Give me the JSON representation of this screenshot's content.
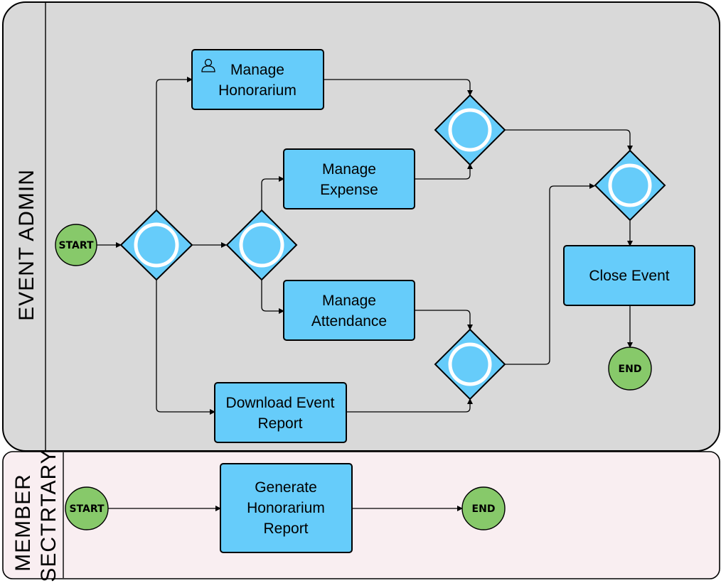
{
  "lanes": {
    "event_admin": {
      "title": "EVENT  ADMIN"
    },
    "member_secretary": {
      "title_line1": "MEMBER",
      "title_line2": "SECTRTARY"
    }
  },
  "tasks": {
    "manage_honorarium": {
      "line1": "Manage",
      "line2": "Honorarium",
      "icon": "user-icon"
    },
    "manage_expense": {
      "line1": "Manage",
      "line2": "Expense"
    },
    "manage_attendance": {
      "line1": "Manage",
      "line2": "Attendance"
    },
    "download_event_report": {
      "line1": "Download Event",
      "line2": "Report"
    },
    "close_event": {
      "line1": "Close Event"
    },
    "generate_honorarium_report": {
      "line1": "Generate",
      "line2": "Honorarium",
      "line3": "Report"
    }
  },
  "events": {
    "admin_start": "START",
    "admin_end": "END",
    "secretary_start": "START",
    "secretary_end": "END"
  },
  "colors": {
    "pool_admin": "#d9d9d9",
    "pool_secretary": "#f9eef1",
    "task_fill": "#66ccfa",
    "event_fill": "#87c96a",
    "gateway_ring": "#ffffff"
  }
}
